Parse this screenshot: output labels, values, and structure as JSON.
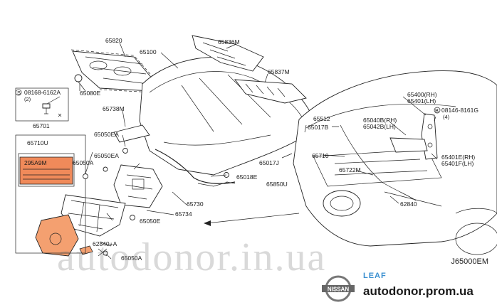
{
  "parts": {
    "p65820": "65820",
    "p65080E": "65080E",
    "p65100": "65100",
    "p65836M": "65836M",
    "p65837M": "65837M",
    "bolt": "08168-6162A",
    "bolt_qty": "(2)",
    "p65738M": "65738M",
    "p65701": "65701",
    "p65710U": "65710U",
    "label_code": "295A9M",
    "p65050EA": "65050EA",
    "p65050A_1": "65050A",
    "p65050EA_2": "65050EA",
    "p65018E": "65018E",
    "p65850U": "65850U",
    "p65017J": "65017J",
    "p65017B": "65017B",
    "p65512": "65512",
    "p65710": "65710",
    "p65722M": "65722M",
    "p62840": "62840",
    "p65730": "65730",
    "p65734": "65734",
    "p65050E": "65050E",
    "p62840A": "62840+A",
    "p65050A_2": "65050A",
    "p65400RH": "65400(RH)",
    "p65401LH": "65401(LH)",
    "p65040B": "65040B(RH)",
    "p65042B": "65042B(LH)",
    "bolt2": "08146-8161G",
    "bolt2_qty": "(4)",
    "p65401E": "65401E(RH)",
    "p65401F": "65401F(LH)"
  },
  "diagram_code": "J65000EM",
  "watermark": "autodonor.in.ua",
  "brand": "LEAF",
  "site": "autodonor.prom.ua",
  "logo_text": "NISSAN",
  "colors": {
    "highlight": "#f4a070",
    "label_fill": "#f08a5a",
    "brand_blue": "#3a8fd0"
  }
}
